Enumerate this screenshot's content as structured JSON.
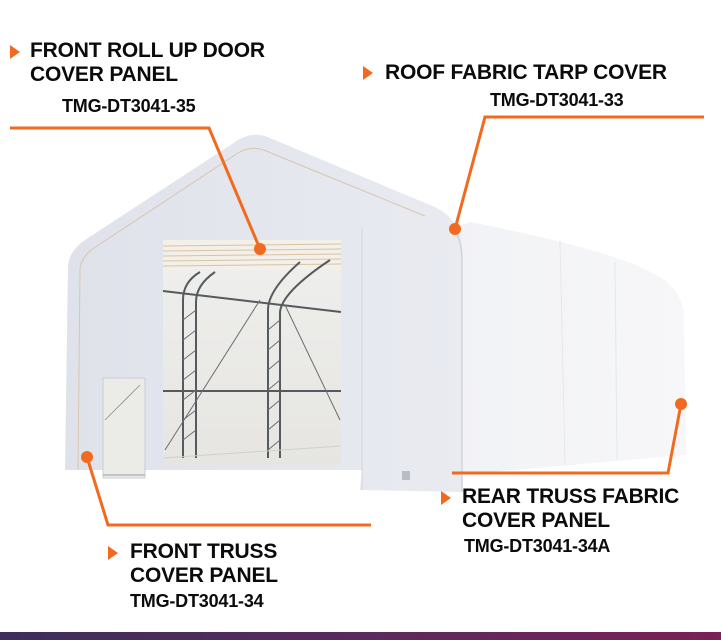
{
  "colors": {
    "accent": "#f26a1f",
    "text": "#0b0b0b",
    "bottom_bar_start": "#3d2f5a",
    "bottom_bar_end": "#7a2156",
    "tent_fabric": "#e8eaf0"
  },
  "callouts": [
    {
      "id": "front-roll-up-door",
      "title_line1": "FRONT ROLL UP DOOR",
      "title_line2": "COVER PANEL",
      "code": "TMG-DT3041-35",
      "icon": "triangle-right-icon"
    },
    {
      "id": "roof-fabric-tarp",
      "title_line1": "ROOF FABRIC TARP COVER",
      "title_line2": "",
      "code": "TMG-DT3041-33",
      "icon": "triangle-right-icon"
    },
    {
      "id": "rear-truss-fabric",
      "title_line1": "REAR TRUSS FABRIC",
      "title_line2": "COVER PANEL",
      "code": "TMG-DT3041-34A",
      "icon": "triangle-right-icon"
    },
    {
      "id": "front-truss-cover",
      "title_line1": "FRONT TRUSS",
      "title_line2": "COVER PANEL",
      "code": "TMG-DT3041-34",
      "icon": "triangle-right-icon"
    }
  ]
}
